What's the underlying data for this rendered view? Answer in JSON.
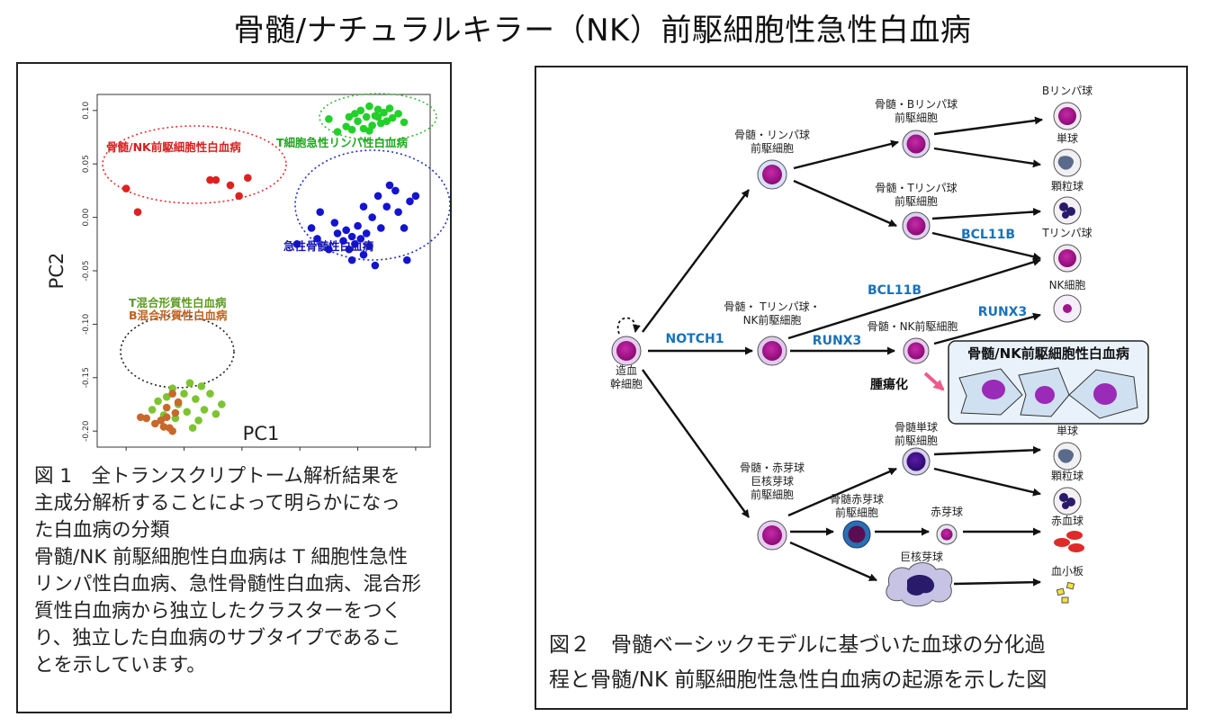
{
  "title": "骨髄/ナチュラルキラー（NK）前駆細胞性急性白血病",
  "figure1": {
    "caption_lines": [
      "図 1　全トランスクリプトーム解析結果を",
      "主成分解析することによって明らかになっ",
      "た白血病の分類",
      "骨髄/NK 前駆細胞性白血病は T 細胞性急性",
      "リンパ性白血病、急性骨髄性白血病、混合形",
      "質性白血病から独立したクラスターをつく",
      "り、独立した白血病のサブタイプであるこ",
      "とを示しています。"
    ]
  },
  "chart_data": {
    "type": "scatter",
    "xlabel": "PC1",
    "ylabel": "PC2",
    "xlim": [
      0.03,
      0.145
    ],
    "ylim": [
      -0.215,
      0.115
    ],
    "xticks": [
      "0.04",
      "0.06",
      "0.08",
      "0.10",
      "0.12",
      "0.14"
    ],
    "yticks": [
      "0.10",
      "0.05",
      "0.00",
      "-0.05",
      "-0.10",
      "-0.15",
      "-0.20"
    ],
    "grid": false,
    "series": [
      {
        "name": "骨髄/NK前駆細胞性白血病",
        "color": "#e0201f",
        "points": [
          [
            0.04,
            0.027
          ],
          [
            0.044,
            0.005
          ],
          [
            0.069,
            0.035
          ],
          [
            0.071,
            0.035
          ],
          [
            0.076,
            0.03
          ],
          [
            0.079,
            0.02
          ],
          [
            0.082,
            0.037
          ]
        ]
      },
      {
        "name": "T細胞急性リンパ性白血病",
        "color": "#22d02a",
        "points": [
          [
            0.11,
            0.092
          ],
          [
            0.113,
            0.08
          ],
          [
            0.116,
            0.085
          ],
          [
            0.117,
            0.094
          ],
          [
            0.118,
            0.082
          ],
          [
            0.12,
            0.09
          ],
          [
            0.121,
            0.1
          ],
          [
            0.122,
            0.083
          ],
          [
            0.123,
            0.094
          ],
          [
            0.124,
            0.104
          ],
          [
            0.125,
            0.086
          ],
          [
            0.126,
            0.095
          ],
          [
            0.127,
            0.101
          ],
          [
            0.128,
            0.088
          ],
          [
            0.129,
            0.098
          ],
          [
            0.13,
            0.09
          ],
          [
            0.131,
            0.102
          ],
          [
            0.132,
            0.093
          ],
          [
            0.134,
            0.097
          ],
          [
            0.136,
            0.089
          ],
          [
            0.119,
            0.097
          ],
          [
            0.124,
            0.081
          ],
          [
            0.127,
            0.094
          ]
        ]
      },
      {
        "name": "急性骨髄性白血病",
        "color": "#1414d0",
        "points": [
          [
            0.099,
            -0.025
          ],
          [
            0.104,
            -0.01
          ],
          [
            0.106,
            -0.02
          ],
          [
            0.107,
            0.005
          ],
          [
            0.11,
            -0.03
          ],
          [
            0.112,
            -0.005
          ],
          [
            0.113,
            -0.015
          ],
          [
            0.115,
            -0.022
          ],
          [
            0.116,
            -0.012
          ],
          [
            0.117,
            -0.03
          ],
          [
            0.118,
            -0.018
          ],
          [
            0.118,
            -0.04
          ],
          [
            0.119,
            -0.025
          ],
          [
            0.12,
            -0.008
          ],
          [
            0.121,
            -0.02
          ],
          [
            0.122,
            0.01
          ],
          [
            0.122,
            -0.035
          ],
          [
            0.123,
            -0.015
          ],
          [
            0.124,
            -0.027
          ],
          [
            0.125,
            0.0
          ],
          [
            0.126,
            -0.045
          ],
          [
            0.127,
            0.02
          ],
          [
            0.128,
            -0.01
          ],
          [
            0.13,
            0.01
          ],
          [
            0.133,
            0.025
          ],
          [
            0.134,
            0.005
          ],
          [
            0.136,
            -0.01
          ],
          [
            0.138,
            0.015
          ],
          [
            0.14,
            0.02
          ],
          [
            0.137,
            -0.04
          ],
          [
            0.131,
            0.03
          ]
        ]
      },
      {
        "name": "T混合形質性白血病",
        "color": "#7dc431",
        "points": [
          [
            0.049,
            -0.18
          ],
          [
            0.051,
            -0.172
          ],
          [
            0.053,
            -0.185
          ],
          [
            0.054,
            -0.168
          ],
          [
            0.056,
            -0.16
          ],
          [
            0.057,
            -0.188
          ],
          [
            0.058,
            -0.175
          ],
          [
            0.06,
            -0.165
          ],
          [
            0.061,
            -0.182
          ],
          [
            0.062,
            -0.155
          ],
          [
            0.063,
            -0.197
          ],
          [
            0.064,
            -0.17
          ],
          [
            0.066,
            -0.158
          ],
          [
            0.067,
            -0.18
          ],
          [
            0.069,
            -0.165
          ],
          [
            0.071,
            -0.184
          ],
          [
            0.073,
            -0.175
          ],
          [
            0.065,
            -0.19
          ]
        ]
      },
      {
        "name": "B混合形質性白血病",
        "color": "#c8682a",
        "points": [
          [
            0.045,
            -0.187
          ],
          [
            0.047,
            -0.188
          ],
          [
            0.05,
            -0.193
          ],
          [
            0.052,
            -0.19
          ],
          [
            0.054,
            -0.187
          ],
          [
            0.054,
            -0.178
          ],
          [
            0.055,
            -0.197
          ],
          [
            0.056,
            -0.2
          ],
          [
            0.057,
            -0.183
          ],
          [
            0.058,
            -0.173
          ],
          [
            0.056,
            -0.165
          ],
          [
            0.053,
            -0.196
          ]
        ]
      }
    ],
    "annotations": [
      {
        "text": "骨髄/NK前駆細胞性白血病",
        "color": "#d81e1e"
      },
      {
        "text": "T細胞急性リンパ性白血病",
        "color": "#1fa81f"
      },
      {
        "text": "急性骨髄性白血病",
        "color": "#1414b4"
      },
      {
        "text": "T混合形質性白血病",
        "color": "#5e9a24"
      },
      {
        "text": "B混合形質性白血病",
        "color": "#c0621f"
      }
    ]
  },
  "figure2": {
    "cells": {
      "hsc": "造血\n幹細胞",
      "mlp": "骨髄・リンパ球\n前駆細胞",
      "mbp": "骨髄・Bリンパ球\n前駆細胞",
      "mtp": "骨髄・Tリンパ球\n前駆細胞",
      "tnk": "骨髄・ Tリンパ球・\nNK前駆細胞",
      "mnk": "骨髄・NK前駆細胞",
      "mep": "骨髄・赤芽球\n巨核芽球\n前駆細胞",
      "mmp": "骨髄単球\n前駆細胞",
      "mer": "骨髄赤芽球\n前駆細胞",
      "ery": "赤芽球",
      "mk": "巨核芽球",
      "b": "Bリンパ球",
      "mono1": "単球",
      "gran1": "顆粒球",
      "t": "Tリンパ球",
      "nk": "NK細胞",
      "mono2": "単球",
      "gran2": "顆粒球",
      "rbc": "赤血球",
      "plt": "血小板"
    },
    "genes": {
      "notch1": "NOTCH1",
      "runx3a": "RUNX3",
      "runx3b": "RUNX3",
      "bcl11b_a": "BCL11B",
      "bcl11b_b": "BCL11B"
    },
    "tumor_label": "腫瘍化",
    "leukemia_box_title": "骨髄/NK前駆細胞性白血病",
    "caption_lines": [
      "図２　骨髄ベーシックモデルに基づいた血球の分化過",
      "程と骨髄/NK 前駆細胞性急性白血病の起源を示した図"
    ],
    "colors": {
      "gene": "#1a72b8",
      "cell": "#a0168a",
      "tumor_arrow": "#ee5b8a"
    }
  }
}
